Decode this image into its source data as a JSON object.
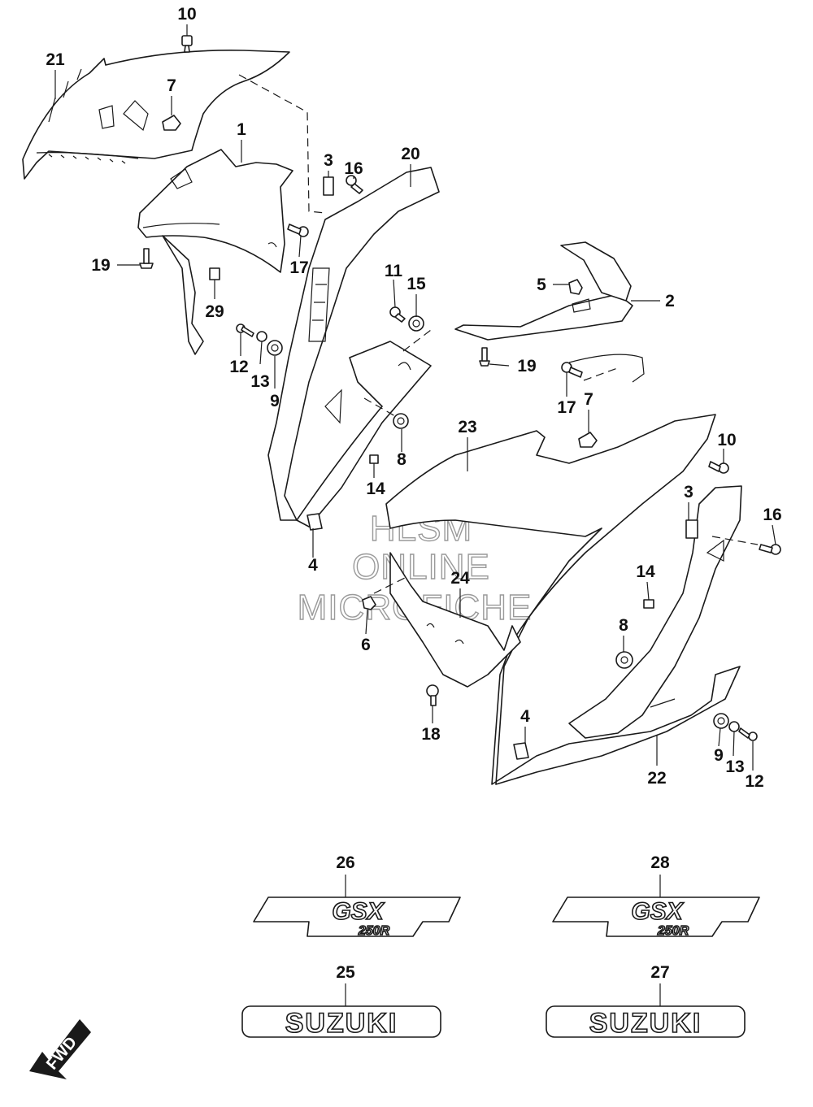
{
  "watermark": {
    "line1": "HLSM",
    "line2": "ONLINE",
    "line3": "MICROFICHE"
  },
  "callouts": [
    "21",
    "10",
    "7",
    "1",
    "3",
    "16",
    "20",
    "19",
    "17",
    "29",
    "11",
    "15",
    "5",
    "2",
    "12",
    "13",
    "9",
    "8",
    "14",
    "4",
    "6",
    "24",
    "23",
    "18",
    "22",
    "26",
    "28",
    "25",
    "27"
  ],
  "emblems": {
    "gsx_main": "GSX",
    "gsx_sub": "250R",
    "suzuki": "SUZUKI"
  },
  "fwd_label": "FWD"
}
